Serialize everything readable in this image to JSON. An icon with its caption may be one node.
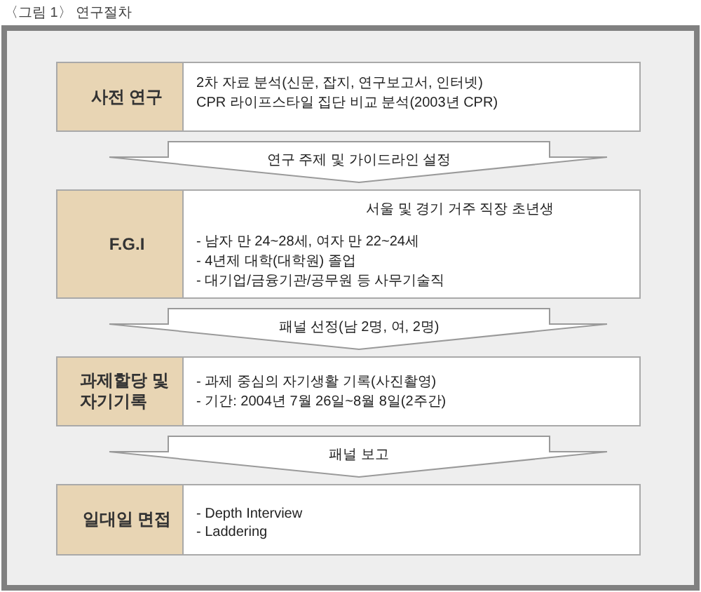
{
  "diagram": {
    "title": "〈그림 1〉 연구절차",
    "nodes": [
      {
        "text": [
          "사전 연구",
          "2차 자료 분석(신문, 잡지, 연구보고서, 인터넷)",
          "CPR 라이프스타일 집단 비교 분석(2003년 CPR)"
        ]
      },
      {
        "text": [
          "F.G.I",
          "서울 및 경기 거주 직장 초년생",
          "- 남자 만 24~28세, 여자 만 22~24세",
          "- 4년제 대학(대학원) 졸업",
          "- 대기업/금융기관/공무원 등 사무기술직"
        ]
      },
      {
        "text": [
          "과제할당 및 자기기록",
          "- 과제 중심의 자기생활 기록(사진촬영)",
          "- 기간: 2004년 7월 26일~8월 8일(2주간)"
        ]
      },
      {
        "text": [
          "일대일 면접",
          "- Depth Interview",
          "- Laddering"
        ]
      }
    ],
    "edges": [
      {
        "from": 0,
        "to": 1,
        "arrow": "to",
        "label": "연구 주제 및 가이드라인 설정"
      },
      {
        "from": 1,
        "to": 2,
        "arrow": "to",
        "label": "패널 선정(남 2명, 여, 2명)"
      },
      {
        "from": 2,
        "to": 3,
        "arrow": "to",
        "label": "패널 보고"
      }
    ]
  }
}
